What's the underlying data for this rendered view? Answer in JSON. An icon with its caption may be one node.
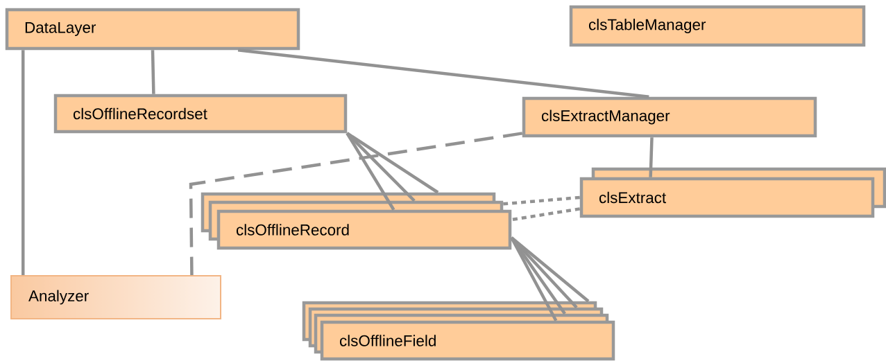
{
  "diagram": {
    "nodes": [
      {
        "text": [
          "DataLayer"
        ]
      },
      {
        "text": [
          "clsTableManager"
        ]
      },
      {
        "text": [
          "clsOfflineRecordset"
        ]
      },
      {
        "text": [
          "clsExtractManager"
        ]
      },
      {
        "text": [
          "clsExtract"
        ]
      },
      {
        "text": [
          "clsOfflineRecord"
        ]
      },
      {
        "text": [
          "Analyzer"
        ]
      },
      {
        "text": [
          "clsOfflineField"
        ]
      }
    ],
    "edges": [
      {
        "from": 0,
        "to": 2,
        "arrow": "none"
      },
      {
        "from": 0,
        "to": 3,
        "arrow": "none"
      },
      {
        "from": 0,
        "to": 6,
        "arrow": "none"
      },
      {
        "from": 2,
        "to": 5,
        "arrow": "none"
      },
      {
        "from": 2,
        "to": 5,
        "arrow": "none"
      },
      {
        "from": 2,
        "to": 5,
        "arrow": "none"
      },
      {
        "from": 3,
        "to": 6,
        "arrow": "none",
        "style": "dashed"
      },
      {
        "from": 3,
        "to": 4,
        "arrow": "none"
      },
      {
        "from": 4,
        "to": 5,
        "arrow": "none",
        "style": "dashed"
      },
      {
        "from": 4,
        "to": 5,
        "arrow": "none",
        "style": "dashed"
      },
      {
        "from": 5,
        "to": 7,
        "arrow": "none"
      },
      {
        "from": 5,
        "to": 7,
        "arrow": "none"
      },
      {
        "from": 5,
        "to": 7,
        "arrow": "none"
      },
      {
        "from": 5,
        "to": 7,
        "arrow": "none"
      }
    ]
  }
}
